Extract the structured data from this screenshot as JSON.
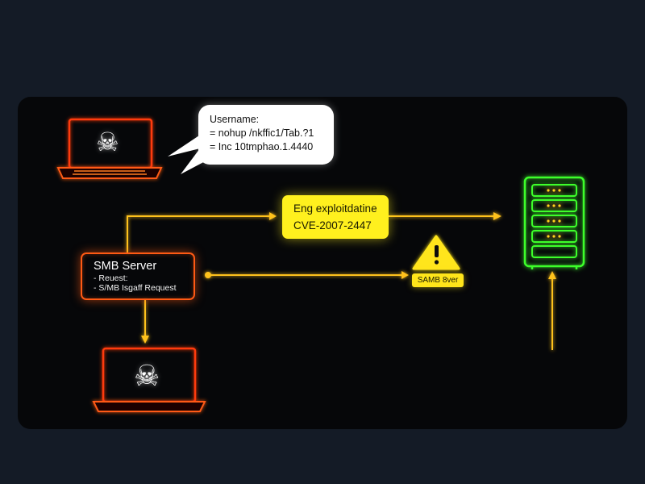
{
  "bubble": {
    "line1": "Username:",
    "line2": "= nohup /nkffic1/Tab.?1",
    "line3": "= Inc 10tmphao.1.4440"
  },
  "exploit": {
    "line1": "Eng exploitdatine",
    "line2": "CVE-2007-2447"
  },
  "smb": {
    "title": "SMB Server",
    "line1": "- Reuest:",
    "line2": "- S/MB Isgaff Request"
  },
  "warning": {
    "label": "SAMB 8ver"
  },
  "icons": {
    "attacker": "skull-icon",
    "victim": "skull-icon",
    "warning": "warning-triangle-icon",
    "server": "server-rack-icon"
  },
  "colors": {
    "attacker": "#ff5a14",
    "exploit": "#fff01e",
    "server": "#3cff2a",
    "wire": "#ffc21a"
  }
}
